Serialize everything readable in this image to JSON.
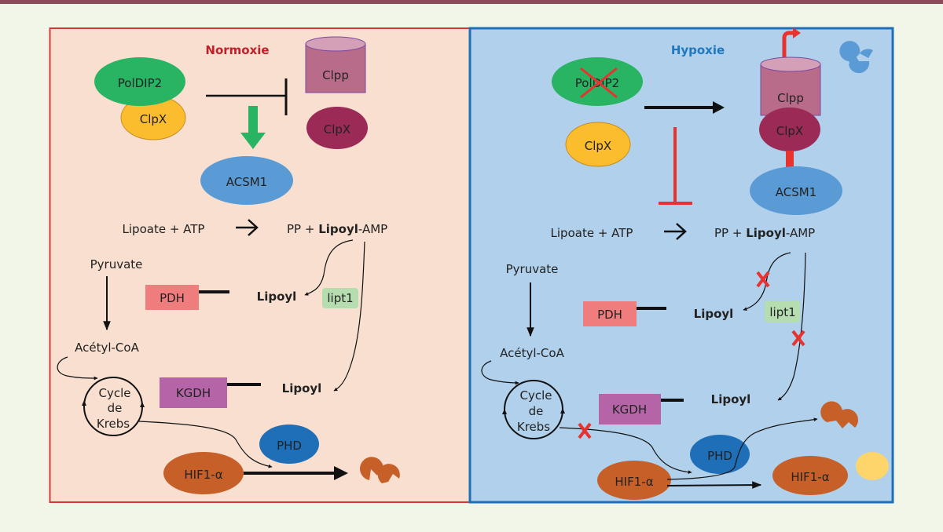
{
  "colors": {
    "background": "#f1f6e8",
    "top_bar": "#8c4a5a",
    "normoxia_bg": "#f8dfd0",
    "normoxia_border": "#d23a3a",
    "hypoxia_bg": "#b0d0eb",
    "hypoxia_border": "#1e6fb8",
    "poldip2": "#28b463",
    "clpx_free": "#fbbd2d",
    "clpp": "#b96b8a",
    "clpx_bound": "#9b2a57",
    "acsm1": "#5a9bd5",
    "pdh": "#f07d7d",
    "lipt1": "#b5ddb0",
    "kgdh": "#b565a7",
    "phd": "#1f6fb8",
    "hif1a": "#c65f28",
    "hydroxyl": "#fdd56a",
    "inhibit_red": "#e8322f",
    "activate_green": "#28b463"
  },
  "normoxia": {
    "title": "Normoxie",
    "poldip2": "PolDIP2",
    "clpx": "ClpX",
    "clpp": "Clpp",
    "clpx_complex": "ClpX",
    "acsm1": "ACSM1",
    "reactants": "Lipoate + ATP",
    "products_prefix": "PP + ",
    "products_bold": "Lipoyl",
    "products_suffix": "-AMP",
    "pyruvate": "Pyruvate",
    "pdh": "PDH",
    "lipoyl_1": "Lipoyl",
    "lipt1": "lipt1",
    "acetyl_coa": "Acétyl-CoA",
    "krebs_line1": "Cycle",
    "krebs_line2": "de",
    "krebs_line3": "Krebs",
    "kgdh": "KGDH",
    "lipoyl_2": "Lipoyl",
    "phd": "PHD",
    "hif1a": "HIF1-α"
  },
  "hypoxia": {
    "title": "Hypoxie",
    "poldip2": "PolDIP2",
    "clpx": "ClpX",
    "clpp": "Clpp",
    "clpx_complex": "ClpX",
    "acsm1": "ACSM1",
    "reactants": "Lipoate + ATP",
    "products_prefix": "PP + ",
    "products_bold": "Lipoyl",
    "products_suffix": "-AMP",
    "pyruvate": "Pyruvate",
    "pdh": "PDH",
    "lipoyl_1": "Lipoyl",
    "lipt1": "lipt1",
    "acetyl_coa": "Acétyl-CoA",
    "krebs_line1": "Cycle",
    "krebs_line2": "de",
    "krebs_line3": "Krebs",
    "kgdh": "KGDH",
    "lipoyl_2": "Lipoyl",
    "phd": "PHD",
    "hif1a_left": "HIF1-α",
    "hif1a_right": "HIF1-α"
  }
}
